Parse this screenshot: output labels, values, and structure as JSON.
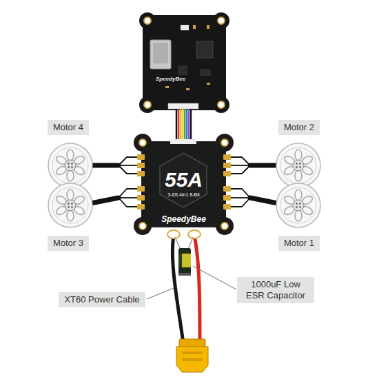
{
  "diagram": {
    "nodes": [
      {
        "text": [
          "Motor 4"
        ]
      },
      {
        "text": [
          "Motor 2"
        ]
      },
      {
        "text": [
          "55A",
          "3-6S 4in1 8-Bit",
          "SpeedyBee"
        ]
      },
      {
        "text": [
          "Motor 3"
        ]
      },
      {
        "text": [
          "Motor 1"
        ]
      },
      {
        "text": [
          "1000uF Low ESR Capacitor"
        ]
      },
      {
        "text": [
          "XT60 Power Cable"
        ]
      }
    ],
    "labels": [
      "SpeedyBee"
    ]
  }
}
